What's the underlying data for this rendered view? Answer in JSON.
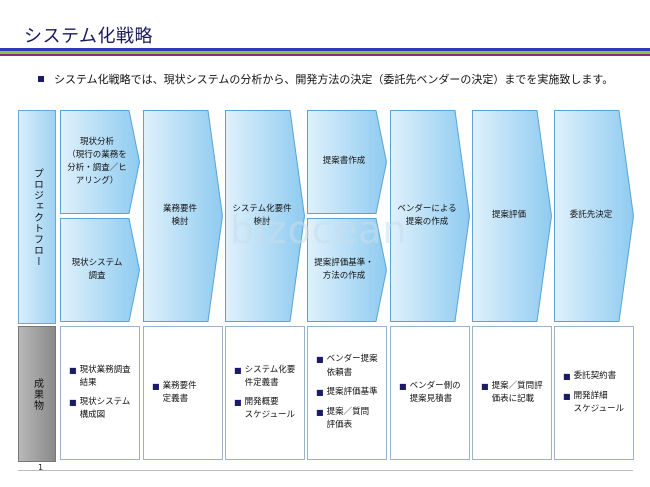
{
  "title": "システム化戦略",
  "bullet": "システム化戦略では、現状システムの分析から、開発方法の決定（委託先ベンダーの決定）までを実施致します。",
  "labels": {
    "flow": "プロジェクトフロー",
    "deliverables": "成果物"
  },
  "steps": [
    {
      "text": "現状分析\n（現行の業務を\n分析・調査／ヒ\nアリング）"
    },
    {
      "text": "現状システム\n調査"
    },
    {
      "text": "業務要件\n検討"
    },
    {
      "text": "システム化要件\n検討"
    },
    {
      "text": "提案書作成"
    },
    {
      "text": "提案評価基準・\n方法の作成"
    },
    {
      "text": "ベンダーによる\n提案の作成"
    },
    {
      "text": "提案評価"
    },
    {
      "text": "委託先決定"
    }
  ],
  "outputs": [
    [
      "現状業務調査\n結果",
      "現状システム\n構成図"
    ],
    [
      "業務要件\n定義書"
    ],
    [
      "システム化要\n件定義書",
      "開発概要\nスケジュール"
    ],
    [
      "ベンダー提案\n依頼書",
      "提案評価基準",
      "提案／質問\n評価表"
    ],
    [
      "ベンダー側の\n提案見積書"
    ],
    [
      "提案／質問評\n価表に記載"
    ],
    [
      "委託契約書",
      "開発詳細\nスケジュール"
    ]
  ],
  "page_number": "1",
  "watermark": "bizocean",
  "colors": {
    "chevron_light": "#dff1fc",
    "chevron_dark": "#8fcbf0",
    "chevron_border": "#5aa3d6",
    "title_bar_blue": "#2b3bb8",
    "title_bar_green": "#8cc63f",
    "title_bar_purple": "#8a2a8a"
  }
}
